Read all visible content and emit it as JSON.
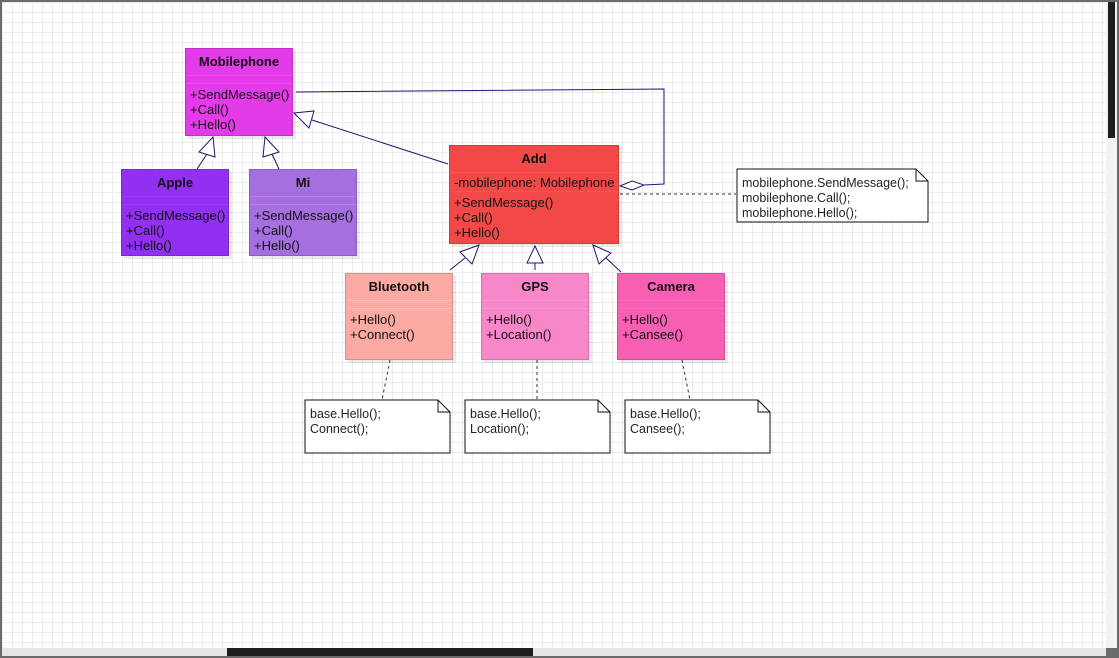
{
  "classes": {
    "mobilephone": {
      "name": "Mobilephone",
      "attributes": [],
      "operations": [
        "+SendMessage()",
        "+Call()",
        "+Hello()"
      ],
      "color": "#e33be8"
    },
    "apple": {
      "name": "Apple",
      "attributes": [],
      "operations": [
        "+SendMessage()",
        "+Call()",
        "+Hello()"
      ],
      "color": "#9130f0"
    },
    "mi": {
      "name": "Mi",
      "attributes": [],
      "operations": [
        "+SendMessage()",
        "+Call()",
        "+Hello()"
      ],
      "color": "#a66fdf"
    },
    "add": {
      "name": "Add",
      "attributes": [
        "-mobilephone: Mobilephone"
      ],
      "operations": [
        "+SendMessage()",
        "+Call()",
        "+Hello()"
      ],
      "color": "#f24848"
    },
    "bluetooth": {
      "name": "Bluetooth",
      "attributes": [],
      "operations": [
        "+Hello()",
        "+Connect()"
      ],
      "color": "#fbaaa3"
    },
    "gps": {
      "name": "GPS",
      "attributes": [],
      "operations": [
        "+Hello()",
        "+Location()"
      ],
      "color": "#f787c8"
    },
    "camera": {
      "name": "Camera",
      "attributes": [],
      "operations": [
        "+Hello()",
        "+Cansee()"
      ],
      "color": "#f65fb2"
    }
  },
  "notes": {
    "add_note": [
      "mobilephone.SendMessage();",
      "mobilephone.Call();",
      "mobilephone.Hello();"
    ],
    "bluetooth_note": [
      "base.Hello();",
      "Connect();"
    ],
    "gps_note": [
      "base.Hello();",
      "Location();"
    ],
    "camera_note": [
      "base.Hello();",
      "Cansee();"
    ]
  },
  "relations": [
    {
      "type": "generalization",
      "from": "Apple",
      "to": "Mobilephone"
    },
    {
      "type": "generalization",
      "from": "Mi",
      "to": "Mobilephone"
    },
    {
      "type": "generalization",
      "from": "Add",
      "to": "Mobilephone"
    },
    {
      "type": "aggregation",
      "whole": "Add",
      "part": "Mobilephone"
    },
    {
      "type": "generalization",
      "from": "Bluetooth",
      "to": "Add"
    },
    {
      "type": "generalization",
      "from": "GPS",
      "to": "Add"
    },
    {
      "type": "generalization",
      "from": "Camera",
      "to": "Add"
    }
  ],
  "colors": {
    "edge": "#1a1a6e",
    "note_border": "#111111"
  }
}
